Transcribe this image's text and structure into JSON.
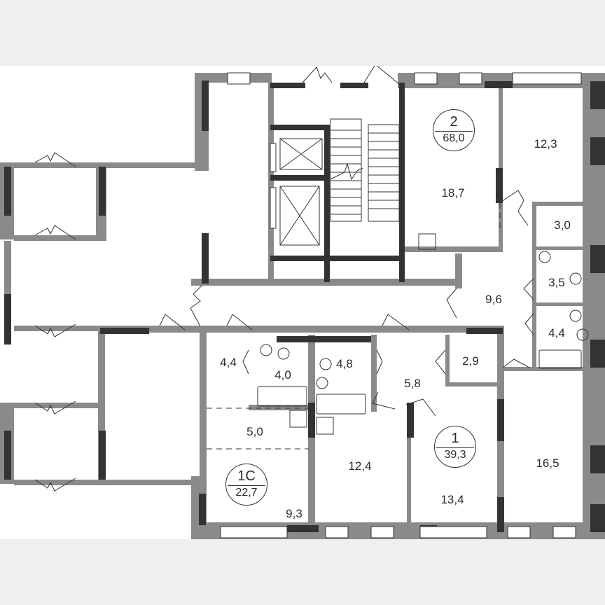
{
  "colors": {
    "background": "#efefef",
    "plan_background": "#ffffff",
    "wall_gray": "#8a8a8a",
    "wall_dark": "#333333",
    "text": "#2b2b2b"
  },
  "apartments": [
    {
      "id": "apt-2",
      "type": "2",
      "total_area": "68,0"
    },
    {
      "id": "apt-1c",
      "type": "1С",
      "total_area": "22,7"
    },
    {
      "id": "apt-1",
      "type": "1",
      "total_area": "39,3"
    }
  ],
  "rooms": [
    {
      "name": "apt2-living",
      "area": "18,7"
    },
    {
      "name": "apt2-bedroom",
      "area": "12,3"
    },
    {
      "name": "apt2-storage",
      "area": "3,0"
    },
    {
      "name": "apt2-wc",
      "area": "3,5"
    },
    {
      "name": "apt2-hall",
      "area": "9,6"
    },
    {
      "name": "apt2-bathroom",
      "area": "4,4"
    },
    {
      "name": "apt1c-hall",
      "area": "4,4"
    },
    {
      "name": "apt1c-bathroom",
      "area": "4,0"
    },
    {
      "name": "apt1c-kitchen",
      "area": "5,0"
    },
    {
      "name": "apt1c-living",
      "area": "9,3"
    },
    {
      "name": "apt1-bathroom",
      "area": "4,8"
    },
    {
      "name": "apt1-hall",
      "area": "5,8"
    },
    {
      "name": "apt1-storage",
      "area": "2,9"
    },
    {
      "name": "apt1-kitchen",
      "area": "12,4"
    },
    {
      "name": "apt1-living",
      "area": "13,4"
    },
    {
      "name": "apt1-bedroom",
      "area": "16,5"
    }
  ]
}
